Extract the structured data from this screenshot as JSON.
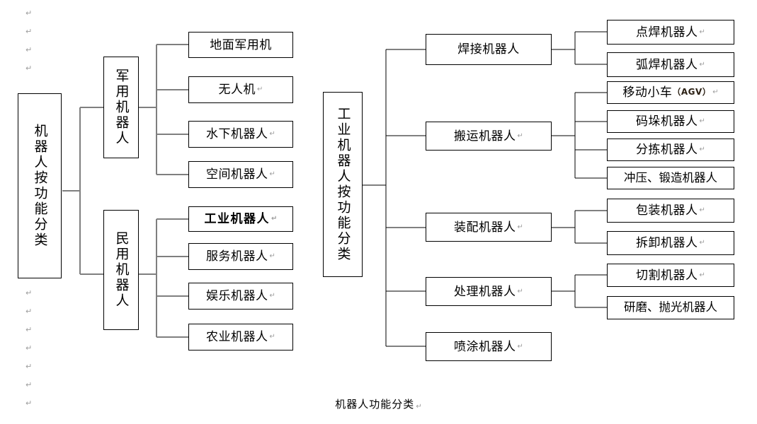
{
  "document": {
    "caption": "机器人功能分类",
    "paragraph_mark": "↵",
    "line_color": "#7f7f7f",
    "box_border_color": "#000000",
    "background": "#ffffff"
  },
  "left_margin_marks": [
    "↵",
    "↵",
    "↵",
    "↵",
    "↵",
    "↵",
    "↵",
    "↵",
    "↵",
    "↵",
    "↵"
  ],
  "tree_left": {
    "root": {
      "label": "机器人按功能分类",
      "orientation": "vertical"
    },
    "branches": [
      {
        "label": "军用机器人",
        "orientation": "vertical",
        "children": [
          {
            "label": "地面军用机"
          },
          {
            "label": "无人机"
          },
          {
            "label": "水下机器人"
          },
          {
            "label": "空间机器人"
          }
        ]
      },
      {
        "label": "民用机器人",
        "orientation": "vertical",
        "children": [
          {
            "label": "工业机器人",
            "bold": true
          },
          {
            "label": "服务机器人"
          },
          {
            "label": "娱乐机器人"
          },
          {
            "label": "农业机器人"
          }
        ]
      }
    ]
  },
  "tree_right": {
    "root": {
      "label": "工业机器人按功能分类",
      "orientation": "vertical"
    },
    "branches": [
      {
        "label": "焊接机器人",
        "children": [
          {
            "label": "点焊机器人"
          },
          {
            "label": "弧焊机器人"
          }
        ]
      },
      {
        "label": "搬运机器人",
        "children": [
          {
            "label": "移动小车",
            "suffix": "（AGV）"
          },
          {
            "label": "码垛机器人"
          },
          {
            "label": "分拣机器人"
          },
          {
            "label": "冲压、锻造机器人"
          }
        ]
      },
      {
        "label": "装配机器人",
        "children": [
          {
            "label": "包装机器人"
          },
          {
            "label": "拆卸机器人"
          }
        ]
      },
      {
        "label": "处理机器人",
        "children": [
          {
            "label": "切割机器人"
          },
          {
            "label": "研磨、抛光机器人"
          }
        ]
      },
      {
        "label": "喷涂机器人",
        "children": []
      }
    ]
  }
}
